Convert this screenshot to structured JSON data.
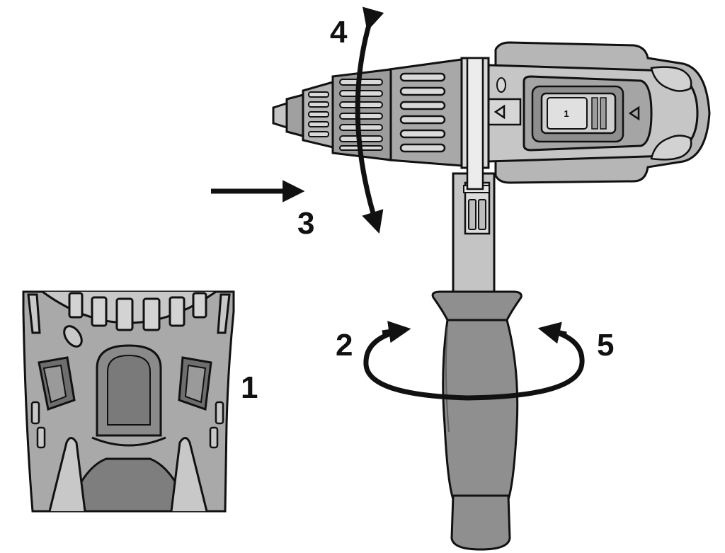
{
  "labels": {
    "step1": "1",
    "step2": "2",
    "step3": "3",
    "step4": "4",
    "step5": "5"
  },
  "switch_label": "1",
  "colors": {
    "outline": "#111111",
    "body_gray": "#a6a6a6",
    "light_gray": "#c9c9c9",
    "dark_gray": "#7d7d7d",
    "background": "#ffffff"
  }
}
